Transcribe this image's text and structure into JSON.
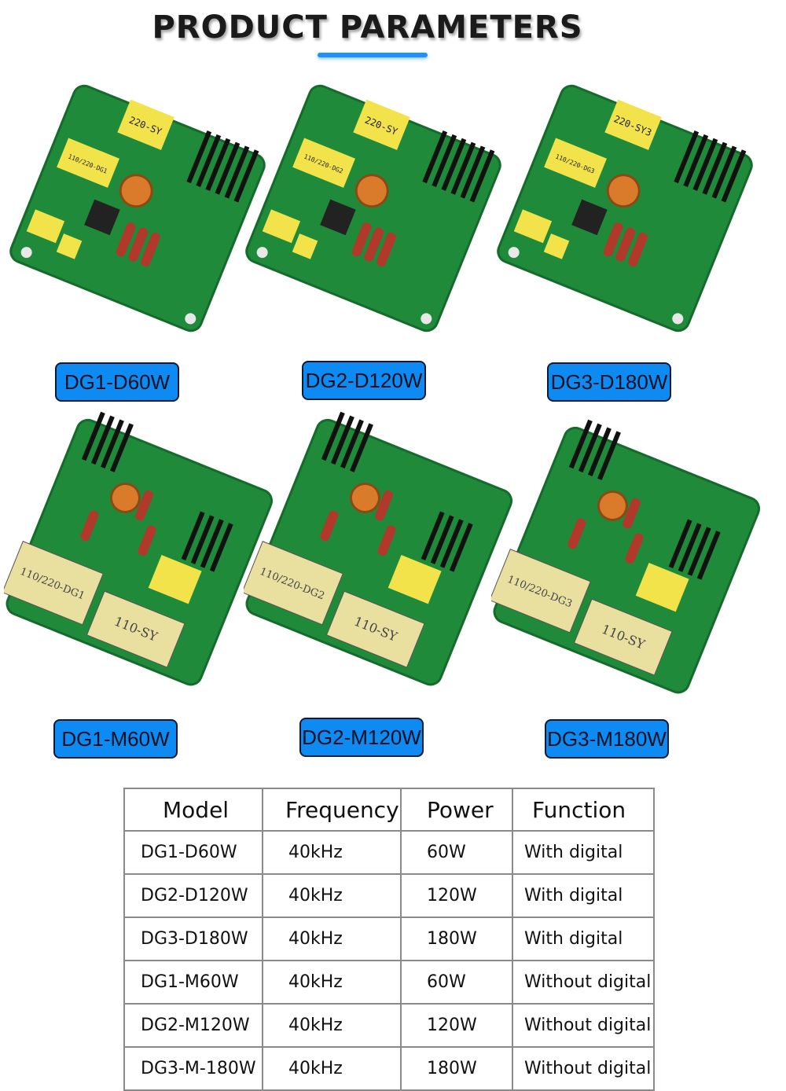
{
  "header": {
    "title": "PRODUCT PARAMETERS"
  },
  "products": [
    {
      "label": "DG1-D60W",
      "silk_main": "220-SY",
      "silk_xfmr": "110/220-DG1"
    },
    {
      "label": "DG2-D120W",
      "silk_main": "220-SY",
      "silk_xfmr": "110/220-DG2"
    },
    {
      "label": "DG3-D180W",
      "silk_main": "220-SY3",
      "silk_xfmr": "110/220-DG3"
    },
    {
      "label": "DG1-M60W",
      "silk_main": "110-SY",
      "silk_xfmr": "110/220-DG1"
    },
    {
      "label": "DG2-M120W",
      "silk_main": "110-SY",
      "silk_xfmr": "110/220-DG2"
    },
    {
      "label": "DG3-M180W",
      "silk_main": "110-SY",
      "silk_xfmr": "110/220-DG3"
    }
  ],
  "colors": {
    "accent": "#1E90FF",
    "label_bg": "#0E8BF2",
    "pcb_green": "#1f8a3a"
  },
  "table": {
    "headers": [
      "Model",
      "Frequency",
      "Power",
      "Function"
    ],
    "rows": [
      [
        "DG1-D60W",
        "40kHz",
        "60W",
        "With digital"
      ],
      [
        "DG2-D120W",
        "40kHz",
        "120W",
        "With digital"
      ],
      [
        "DG3-D180W",
        "40kHz",
        "180W",
        "With digital"
      ],
      [
        "DG1-M60W",
        "40kHz",
        "60W",
        "Without digital"
      ],
      [
        "DG2-M120W",
        "40kHz",
        "120W",
        "Without digital"
      ],
      [
        "DG3-M-180W",
        "40kHz",
        "180W",
        "Without digital"
      ]
    ]
  }
}
